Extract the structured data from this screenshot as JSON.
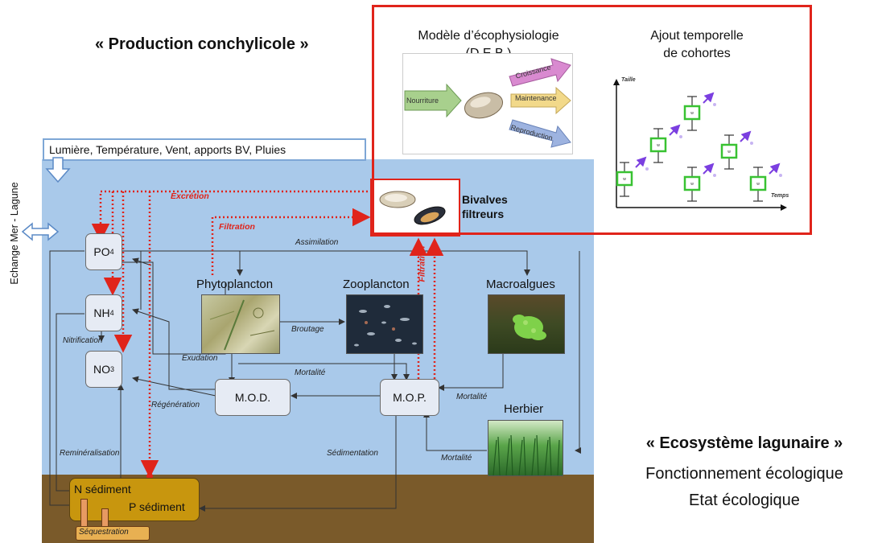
{
  "titles": {
    "production": "« Production conchylicole »",
    "ecosystem": "« Ecosystème lagunaire »",
    "eco_line1": "Fonctionnement écologique",
    "eco_line2": "Etat écologique"
  },
  "inputs": "Lumière, Température, Vent, apports BV, Pluies",
  "side_label": "Echange Mer - Lagune",
  "nodes": {
    "po4": "PO",
    "po4_sub": "4",
    "nh4": "NH",
    "nh4_sub": "4",
    "no3": "NO",
    "no3_sub": "3",
    "mod": "M.O.D.",
    "mop": "M.O.P.",
    "n_sediment": "N sédiment",
    "p_sediment": "P sédiment",
    "sequestration": "Séquestration"
  },
  "organisms": {
    "phyto": "Phytoplancton",
    "zoo": "Zooplancton",
    "macro": "Macroalgues",
    "herbier": "Herbier",
    "bivalves_line1": "Bivalves",
    "bivalves_line2": "filtreurs"
  },
  "process_labels": {
    "excretion": "Excrétion",
    "filtration": "Filtration",
    "filtration_vertical": "Filtration",
    "assimilation": "Assimilation",
    "nitrification": "Nitrification",
    "broutage": "Broutage",
    "exudation": "Exudation",
    "mortalite_phyto": "Mortalité",
    "mortalite_macro": "Mortalité",
    "mortalite_herbier": "Mortalité",
    "regeneration": "Régénération",
    "remineralisation": "Reminéralisation",
    "sedimentation": "Sédimentation"
  },
  "deb": {
    "title_line1": "Modèle d’écophysiologie",
    "title_line2": "(D.E.B.)",
    "nourriture": "Nourriture",
    "croissance": "Croissance",
    "maintenance": "Maintenance",
    "reproduction": "Reproduction"
  },
  "cohort": {
    "title_line1": "Ajout temporelle",
    "title_line2": "de cohortes",
    "y_axis": "Taille",
    "x_axis": "Temps",
    "box_label": "w"
  },
  "colors": {
    "water": "#a9c9ea",
    "sediment": "#7a5a2a",
    "sed_box": "#c8960e",
    "red_frame": "#e0241b",
    "flow_red": "#e0241b",
    "cohort_green": "#39c232",
    "cohort_arrow": "#7b3fe0"
  }
}
